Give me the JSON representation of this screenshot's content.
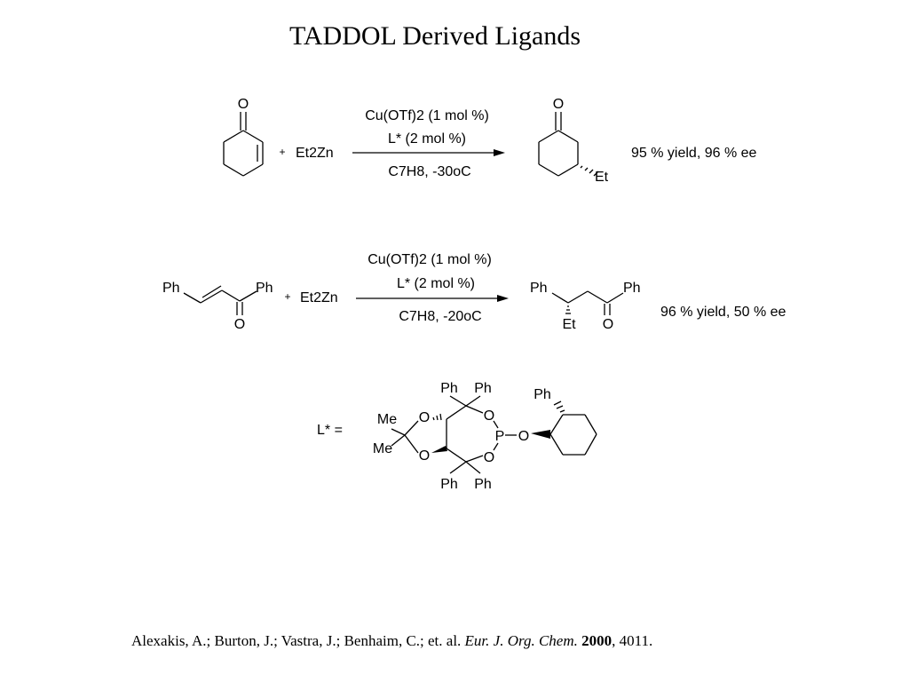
{
  "slide": {
    "title": "TADDOL Derived Ligands",
    "reaction1": {
      "reagent": "Et2Zn",
      "conditions_top1": "Cu(OTf)2 (1 mol %)",
      "conditions_top2": "L* (2 mol %)",
      "conditions_bottom": "C7H8, -30oC",
      "result": "95 % yield, 96 % ee",
      "substrate_atom": "O",
      "product_atom": "O",
      "product_substituent": "Et"
    },
    "reaction2": {
      "reagent": "Et2Zn",
      "conditions_top1": "Cu(OTf)2 (1 mol %)",
      "conditions_top2": "L* (2 mol %)",
      "conditions_bottom": "C7H8, -20oC",
      "result": "96 % yield, 50 % ee",
      "substrate_left": "Ph",
      "substrate_right": "Ph",
      "substrate_atom": "O",
      "product_left": "Ph",
      "product_right": "Ph",
      "product_atom": "O",
      "product_substituent": "Et"
    },
    "ligand": {
      "label": "L* =",
      "ph_top_left": "Ph",
      "ph_top_right": "Ph",
      "ph_bottom_left": "Ph",
      "ph_bottom_right": "Ph",
      "ph_cyclohexyl": "Ph",
      "me_top": "Me",
      "me_bottom": "Me",
      "o_dioxolane_top": "O",
      "o_dioxolane_bottom": "O",
      "o_ring_top": "O",
      "o_ring_bottom": "O",
      "phosphorus": "P",
      "o_exo": "O"
    },
    "citation": {
      "authors": "Alexakis, A.; Burton, J.; Vastra, J.; Benhaim, C.; et. al.",
      "journal": "Eur. J. Org. Chem.",
      "year": "2000",
      "pages": ", 4011."
    }
  }
}
